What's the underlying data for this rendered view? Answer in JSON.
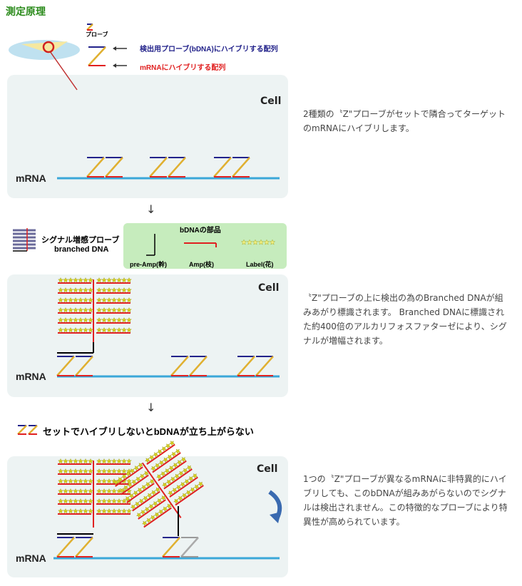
{
  "title": "測定原理",
  "legend": {
    "probe_label": "プローブ",
    "top_seq": "検出用プローブ(bDNA)にハイブリする配列",
    "bottom_seq": "mRNAにハイブリする配列"
  },
  "panels": [
    {
      "cell": "Cell",
      "mrna": "mRNA",
      "text": "2種類の〝Z\"プローブがセットで隣合ってターゲットのmRNAにハイブリします。"
    },
    {
      "cell": "Cell",
      "mrna": "mRNA",
      "text": "〝Z\"プローブの上に検出の為のBranched DNAが組みあがり標識されます。 Branched DNAに標識された約400倍のアルカリフォスファターゼにより、シグナルが増幅されます。"
    },
    {
      "cell": "Cell",
      "mrna": "mRNA",
      "text": "1つの〝Z\"プローブが異なるmRNAに非特異的にハイブリしても、このbDNAが組みあがらないのでシグナルは検出されません。この特徴的なプローブにより特異性が高められています。"
    }
  ],
  "bdna": {
    "name_jp": "シグナル増感プローブ",
    "name_en": "branched DNA",
    "parts_title": "bDNAの部品",
    "parts": [
      "pre-Amp(幹)",
      "Amp(枝)",
      "Label(花)"
    ]
  },
  "arrow": "↓",
  "note": "セットでハイブリしないとbDNAが立ち上がらない",
  "colors": {
    "title": "#2a8a1a",
    "blue": "#22228a",
    "red": "#e02020",
    "mrna_line": "#3aa7d8",
    "panel": "#edf3f3",
    "green_box": "#c6ecbd"
  }
}
